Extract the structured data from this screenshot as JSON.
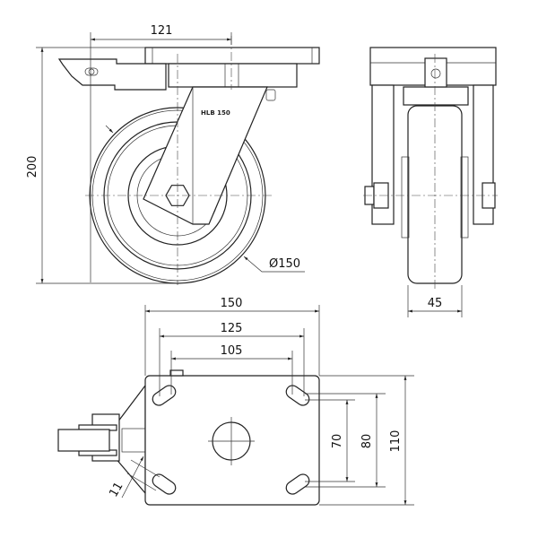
{
  "front_view": {
    "dim_width_offset": "121",
    "dim_height": "200",
    "dim_wheel_diameter": "Ø150"
  },
  "side_view": {
    "dim_wheel_width": "45"
  },
  "bottom_view": {
    "dim_plate_length": "150",
    "dim_hole_spacing_outer": "125",
    "dim_hole_spacing_inner": "105",
    "dim_hole_spacing_y_inner": "70",
    "dim_hole_spacing_y_outer": "80",
    "dim_plate_width": "110",
    "dim_slot_width": "11"
  },
  "logo": {
    "fork_marking": "HLB 150"
  }
}
